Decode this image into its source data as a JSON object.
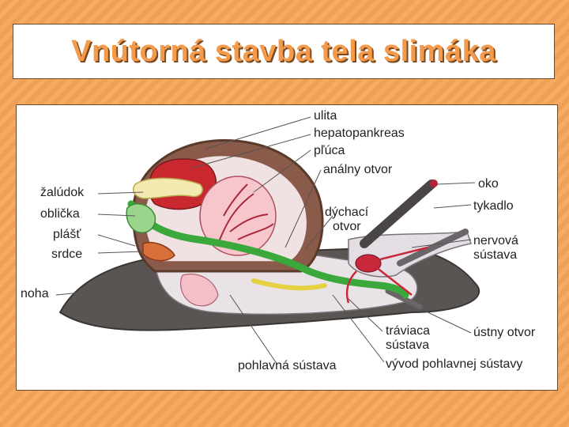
{
  "title": "Vnútorná stavba tela slimáka",
  "labels": {
    "ulita": "ulita",
    "hepatopankreas": "hepatopankreas",
    "pluca": "pľúca",
    "analny_otvor": "análny otvor",
    "oko": "oko",
    "tykadlo": "tykadlo",
    "dychaci_otvor_1": "dýchací",
    "dychaci_otvor_2": "otvor",
    "nervova_1": "nervová",
    "nervova_2": "sústava",
    "zaludok": "žalúdok",
    "oblicka": "oblička",
    "plast": "plášť",
    "srdce": "srdce",
    "noha": "noha",
    "traviaca_1": "tráviaca",
    "traviaca_2": "sústava",
    "ustny_otvor": "ústny otvor",
    "pohlavna": "pohlavná sústava",
    "vyvod": "vývod pohlavnej sústavy"
  },
  "colors": {
    "background": "#f6a55a",
    "title": "#f49a4a",
    "shell": "#8a5a4a",
    "foot": "#5a5552",
    "digestive": "#3aa83a",
    "liver": "#c8282e",
    "nerve": "#c8283a"
  }
}
